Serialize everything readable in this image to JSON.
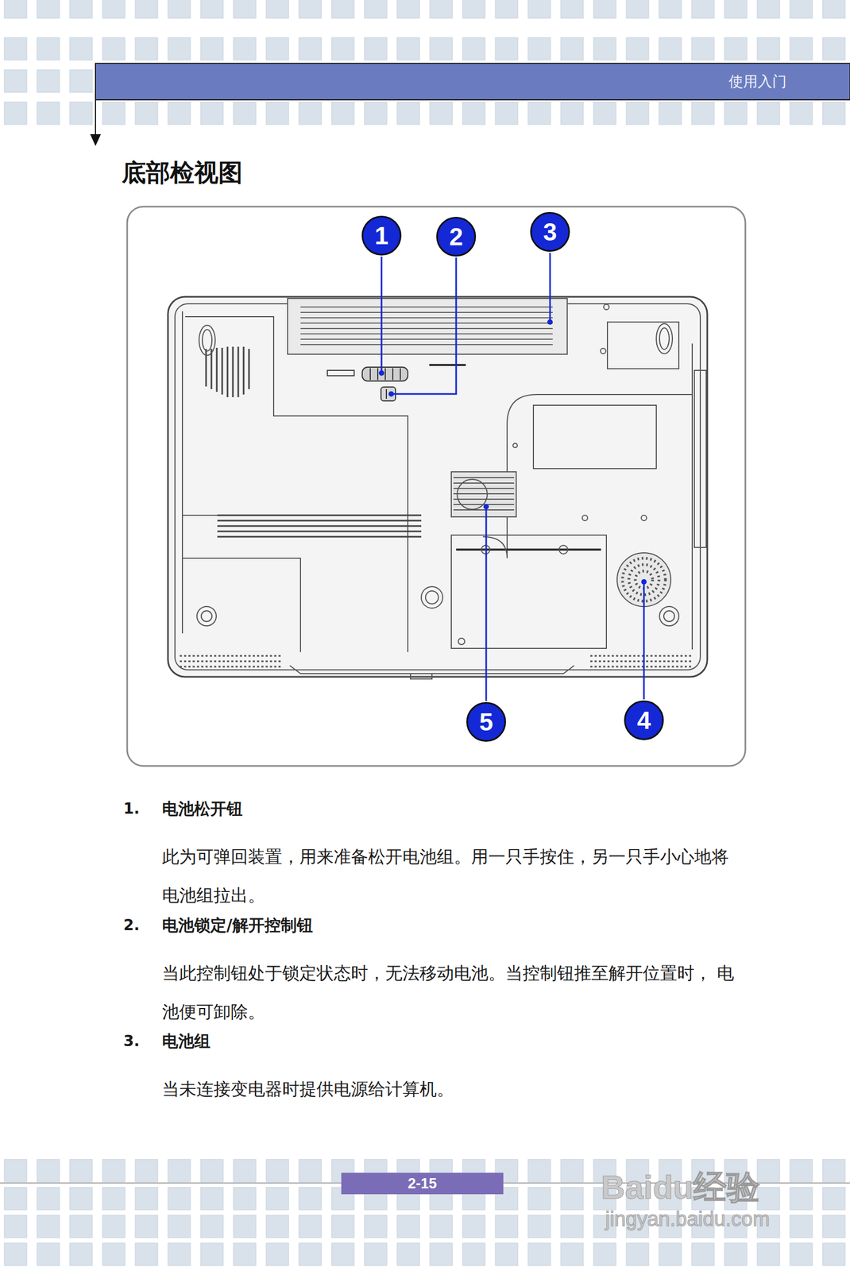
{
  "diagram": {
    "title": "底部检视图",
    "nodes": [
      {
        "text": [
          "使用入门"
        ]
      },
      {
        "text": [
          "1"
        ]
      },
      {
        "text": [
          "2"
        ]
      },
      {
        "text": [
          "3"
        ]
      },
      {
        "text": [
          "5"
        ]
      },
      {
        "text": [
          "4"
        ]
      },
      {
        "text": [
          "2-15"
        ]
      }
    ],
    "labels": [
      "1.",
      "电池松开钮",
      "此为可弹回装置，用来准备松开电池组。用一只手按住，另一只手小心地将 电池组拉出。",
      "2.",
      "电池锁定/解开控制钮",
      "当此控制钮处于锁定状态时，无法移动电池。当控制钮推至解开位置时， 电池便可卸除。",
      "3.",
      "电池组",
      "当未连接变电器时提供电源给计算机。",
      "Baidu经验",
      "jingyan.baidu.com"
    ]
  }
}
